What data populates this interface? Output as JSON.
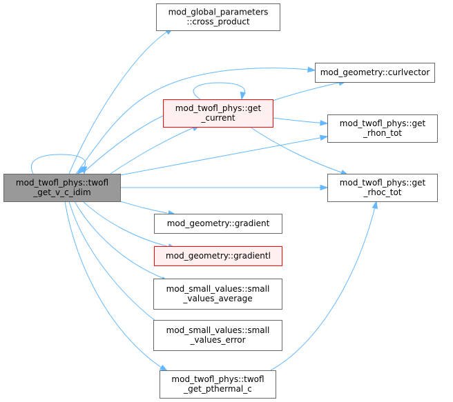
{
  "colors": {
    "edge": "#63b8ff",
    "root_fill": "#999999",
    "root_stroke": "#666666",
    "highlight_fill": "#fff0f0",
    "highlight_stroke": "#ff0000",
    "node_fill": "#ffffff",
    "node_stroke": "#666666"
  },
  "nodes": {
    "root": {
      "lines": [
        "mod_twofl_phys::twofl",
        "_get_v_c_idim"
      ],
      "style": "root"
    },
    "cross": {
      "lines": [
        "mod_global_parameters",
        "::cross_product"
      ],
      "style": "normal"
    },
    "curl": {
      "lines": [
        "mod_geometry::curlvector"
      ],
      "style": "normal"
    },
    "getcur": {
      "lines": [
        "mod_twofl_phys::get",
        "_current"
      ],
      "style": "highlight"
    },
    "rhon": {
      "lines": [
        "mod_twofl_phys::get",
        "_rhon_tot"
      ],
      "style": "normal"
    },
    "rhoc": {
      "lines": [
        "mod_twofl_phys::get",
        "_rhoc_tot"
      ],
      "style": "normal"
    },
    "grad": {
      "lines": [
        "mod_geometry::gradient"
      ],
      "style": "normal"
    },
    "gradl": {
      "lines": [
        "mod_geometry::gradientl"
      ],
      "style": "highlight"
    },
    "svavg": {
      "lines": [
        "mod_small_values::small",
        "_values_average"
      ],
      "style": "normal"
    },
    "sverr": {
      "lines": [
        "mod_small_values::small",
        "_values_error"
      ],
      "style": "normal"
    },
    "pth": {
      "lines": [
        "mod_twofl_phys::twofl",
        "_get_pthermal_c"
      ],
      "style": "normal"
    }
  },
  "edges": [
    [
      "root",
      "root"
    ],
    [
      "root",
      "cross"
    ],
    [
      "root",
      "curl"
    ],
    [
      "root",
      "getcur"
    ],
    [
      "root",
      "rhon"
    ],
    [
      "root",
      "rhoc"
    ],
    [
      "root",
      "grad"
    ],
    [
      "root",
      "gradl"
    ],
    [
      "root",
      "svavg"
    ],
    [
      "root",
      "sverr"
    ],
    [
      "root",
      "pth"
    ],
    [
      "getcur",
      "root"
    ],
    [
      "getcur",
      "getcur"
    ],
    [
      "getcur",
      "curl"
    ],
    [
      "getcur",
      "rhon"
    ],
    [
      "getcur",
      "rhoc"
    ],
    [
      "pth",
      "rhoc"
    ]
  ]
}
